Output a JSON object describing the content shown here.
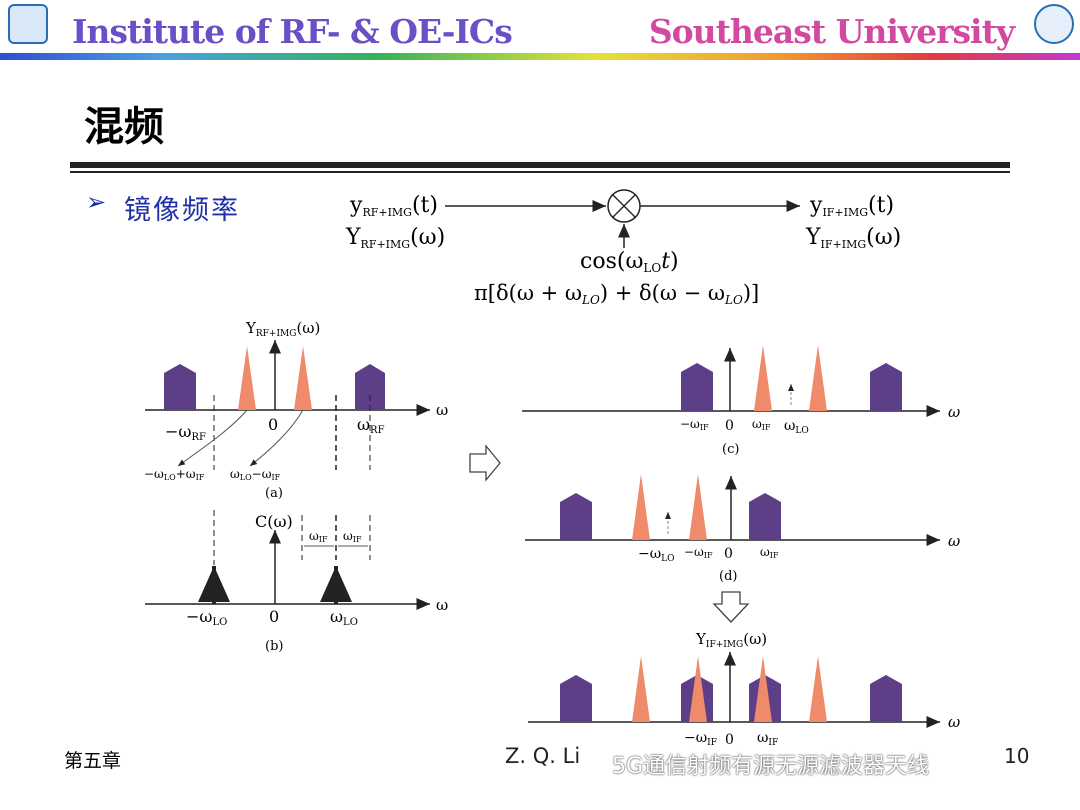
{
  "header": {
    "left_text": "Institute of RF- & OE-ICs",
    "right_text": "Southeast University",
    "left_logo_icon": "institute-logo",
    "right_logo_icon": "university-seal"
  },
  "slide": {
    "title": "混频",
    "bullet_icon": "arrowhead-bullet",
    "subtitle": "镜像频率"
  },
  "block_diagram": {
    "input_time": "y(t)",
    "input_time_sub": "RF+IMG",
    "input_freq": "Y(ω)",
    "input_freq_sub": "RF+IMG",
    "output_time": "y(t)",
    "output_time_sub": "IF+IMG",
    "output_freq": "Y(ω)",
    "output_freq_sub": "IF+IMG",
    "mixer_icon": "mixer-multiply-icon",
    "lo_label": "cos(ωLOt)",
    "lo_spectrum": "π[δ(ω + ωLO) + δ(ω − ωLO)]"
  },
  "spectra": {
    "a": {
      "title": "YRF+IMG(ω)",
      "labels": [
        "−ωRF",
        "0",
        "ωRF"
      ],
      "axis": "ω",
      "images": [
        "−ωLO+ωIF",
        "ωLO−ωIF"
      ],
      "caption": "(a)"
    },
    "b": {
      "title": "C(ω)",
      "labels": [
        "−ωLO",
        "0",
        "ωLO"
      ],
      "axis": "ω",
      "spacing": [
        "ωIF",
        "ωIF"
      ],
      "caption": "(b)"
    },
    "c": {
      "labels": [
        "−ωIF",
        "0",
        "ωIF",
        "ωLO"
      ],
      "axis": "ω",
      "caption": "(c)"
    },
    "d": {
      "labels": [
        "−ωLO",
        "−ωIF",
        "0",
        "ωIF"
      ],
      "axis": "ω",
      "caption": "(d)"
    },
    "e": {
      "title": "YIF+IMG(ω)",
      "labels": [
        "−ωIF",
        "0",
        "ωIF"
      ],
      "axis": "ω"
    }
  },
  "colors": {
    "signal_purple": "#5d3f87",
    "image_orange": "#ef8a6a",
    "title_blue": "#1f2fa8"
  },
  "footer": {
    "chapter": "第五章",
    "author": "Z. Q. Li",
    "watermark": "5G通信射频有源无源滤波器天线",
    "page": "10"
  }
}
